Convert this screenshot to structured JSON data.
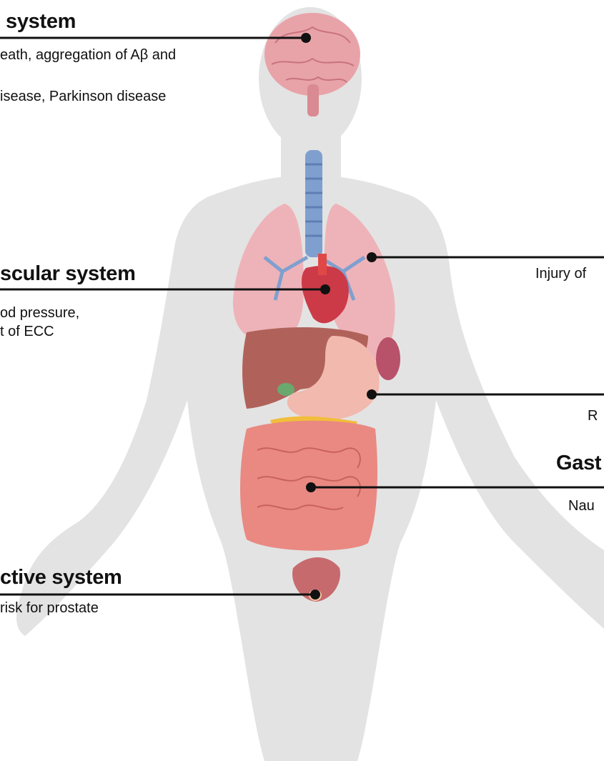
{
  "labels": {
    "nervous": {
      "title": "system",
      "line1": "eath, aggregation of Aβ and",
      "line2": "isease, Parkinson disease"
    },
    "cardio": {
      "title": "scular system",
      "line1": "od pressure,",
      "line2": "t of ECC"
    },
    "reproductive": {
      "title": "ctive system",
      "line1": "risk for prostate"
    },
    "respiratory": {
      "line1": "Injury of"
    },
    "renal": {
      "line1": "R"
    },
    "gastro": {
      "title": "Gast",
      "line1": "Nau"
    }
  },
  "colors": {
    "silhouette": "#e3e3e3",
    "brain": "#e8a3a9",
    "trachea": "#7f9fcf",
    "lungs": "#eeb3b8",
    "heart": "#cc3a48",
    "liver": "#b0625a",
    "stomach": "#f2b9ae",
    "intestine": "#e98982",
    "bladder": "#c76a6e",
    "pancreas": "#f2bd3c",
    "gallbladder": "#6aa870",
    "leader_line": "#111111"
  }
}
